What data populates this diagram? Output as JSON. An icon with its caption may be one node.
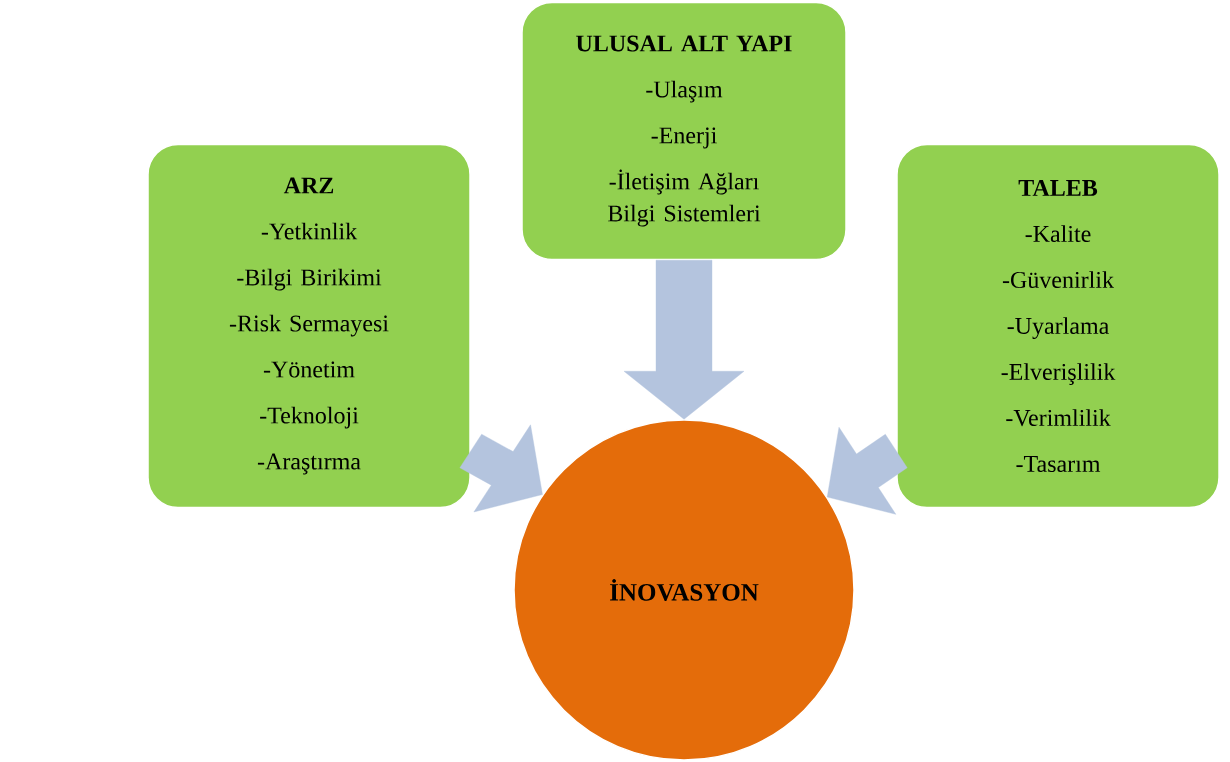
{
  "diagram": {
    "nodes": [
      {
        "text": [
          "ARZ",
          "-Yetkinlik",
          "-Bilgi Birikimi",
          "-Risk Sermayesi",
          "-Yönetim",
          "-Teknoloji",
          "-Araştırma"
        ]
      },
      {
        "text": [
          "ULUSAL ALT YAPI",
          "-Ulaşım",
          "-Enerji",
          "-İletişim Ağları Bilgi Sistemleri"
        ]
      },
      {
        "text": [
          "TALEB",
          "-Kalite",
          "-Güvenirlik",
          "-Uyarlama",
          "-Elverişlilik",
          "-Verimlilik",
          "-Tasarım"
        ]
      },
      {
        "text": [
          "İNOVASYON"
        ]
      }
    ],
    "edges": [
      {
        "from": 0,
        "to": 3,
        "arrow": "to"
      },
      {
        "from": 1,
        "to": 3,
        "arrow": "to"
      },
      {
        "from": 2,
        "to": 3,
        "arrow": "to"
      }
    ]
  }
}
